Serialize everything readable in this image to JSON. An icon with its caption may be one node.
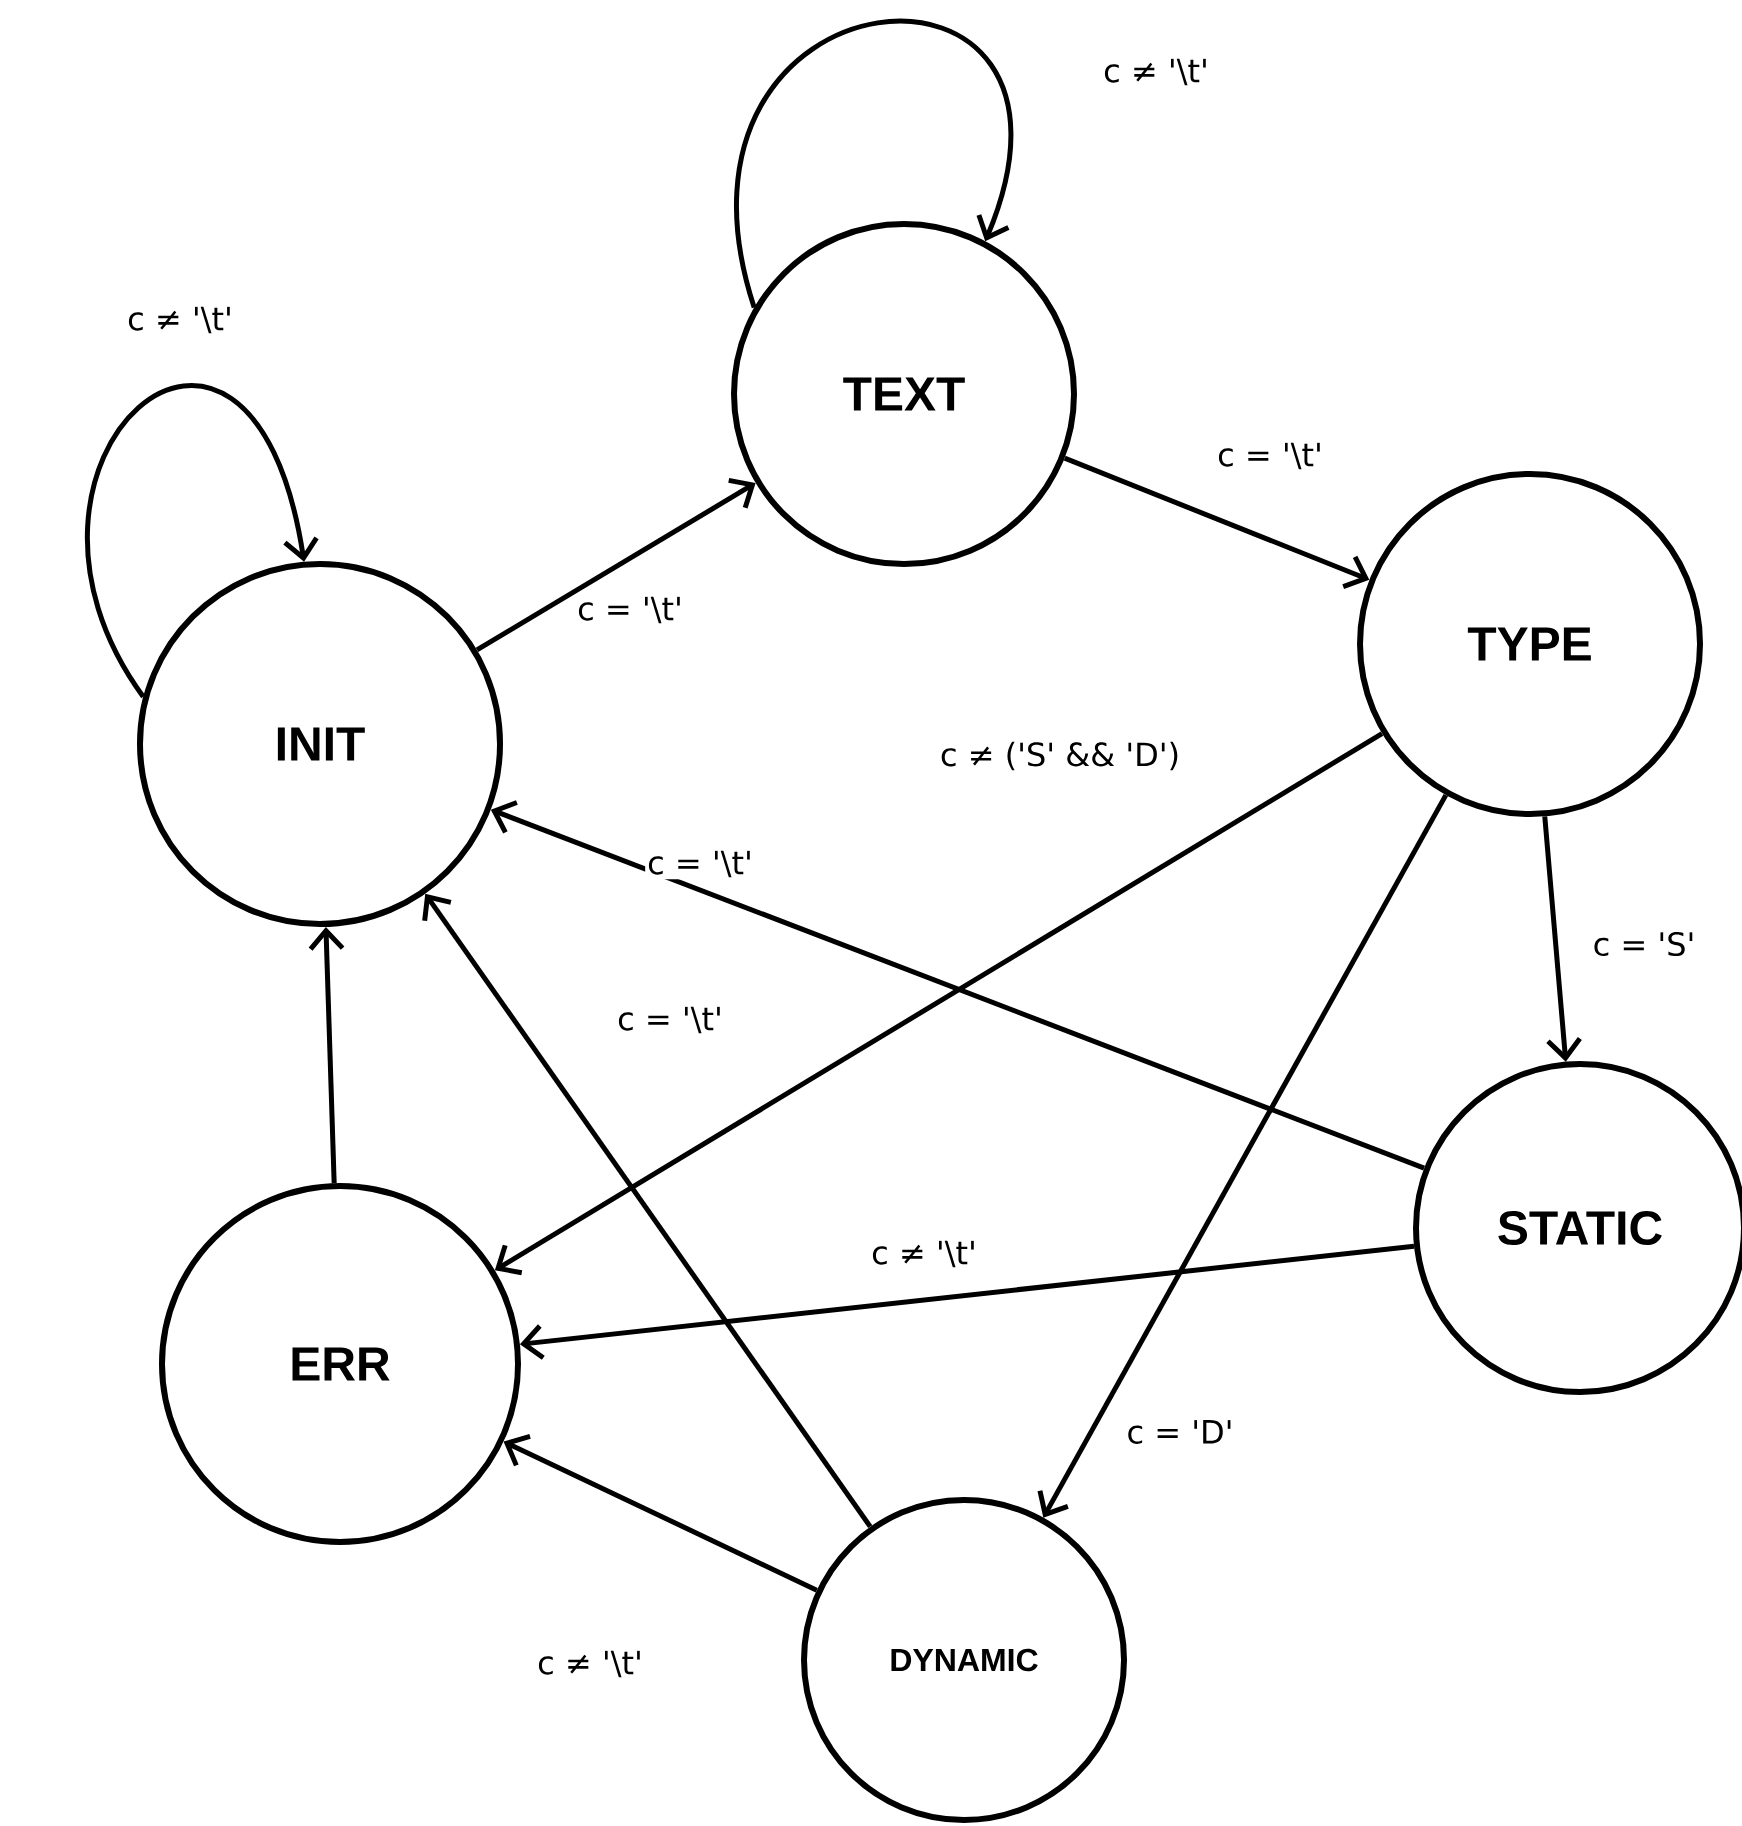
{
  "diagram": {
    "nodes": [
      {
        "text": [
          "INIT"
        ]
      },
      {
        "text": [
          "TEXT"
        ]
      },
      {
        "text": [
          "TYPE"
        ]
      },
      {
        "text": [
          "STATIC"
        ]
      },
      {
        "text": [
          "ERR"
        ]
      },
      {
        "text": [
          "DYNAMIC"
        ]
      }
    ],
    "edges": [
      {
        "from": 0,
        "to": 0,
        "arrow": "to",
        "label": "c ≠ '\\t'"
      },
      {
        "from": 1,
        "to": 1,
        "arrow": "to",
        "label": "c ≠ '\\t'"
      },
      {
        "from": 0,
        "to": 1,
        "arrow": "to",
        "label": "c = '\\t'"
      },
      {
        "from": 1,
        "to": 2,
        "arrow": "to",
        "label": "c = '\\t'"
      },
      {
        "from": 2,
        "to": 4,
        "arrow": "to",
        "label": "c ≠ ('S' && 'D')"
      },
      {
        "from": 2,
        "to": 3,
        "arrow": "to",
        "label": "c = 'S'"
      },
      {
        "from": 2,
        "to": 5,
        "arrow": "to",
        "label": "c = 'D'"
      },
      {
        "from": 3,
        "to": 0,
        "arrow": "to",
        "label": "c = '\\t'"
      },
      {
        "from": 3,
        "to": 4,
        "arrow": "to",
        "label": "c ≠ '\\t'"
      },
      {
        "from": 4,
        "to": 0,
        "arrow": "to"
      },
      {
        "from": 5,
        "to": 0,
        "arrow": "to",
        "label": "c = '\\t'"
      },
      {
        "from": 5,
        "to": 4,
        "arrow": "to",
        "label": "c ≠ '\\t'"
      }
    ]
  }
}
